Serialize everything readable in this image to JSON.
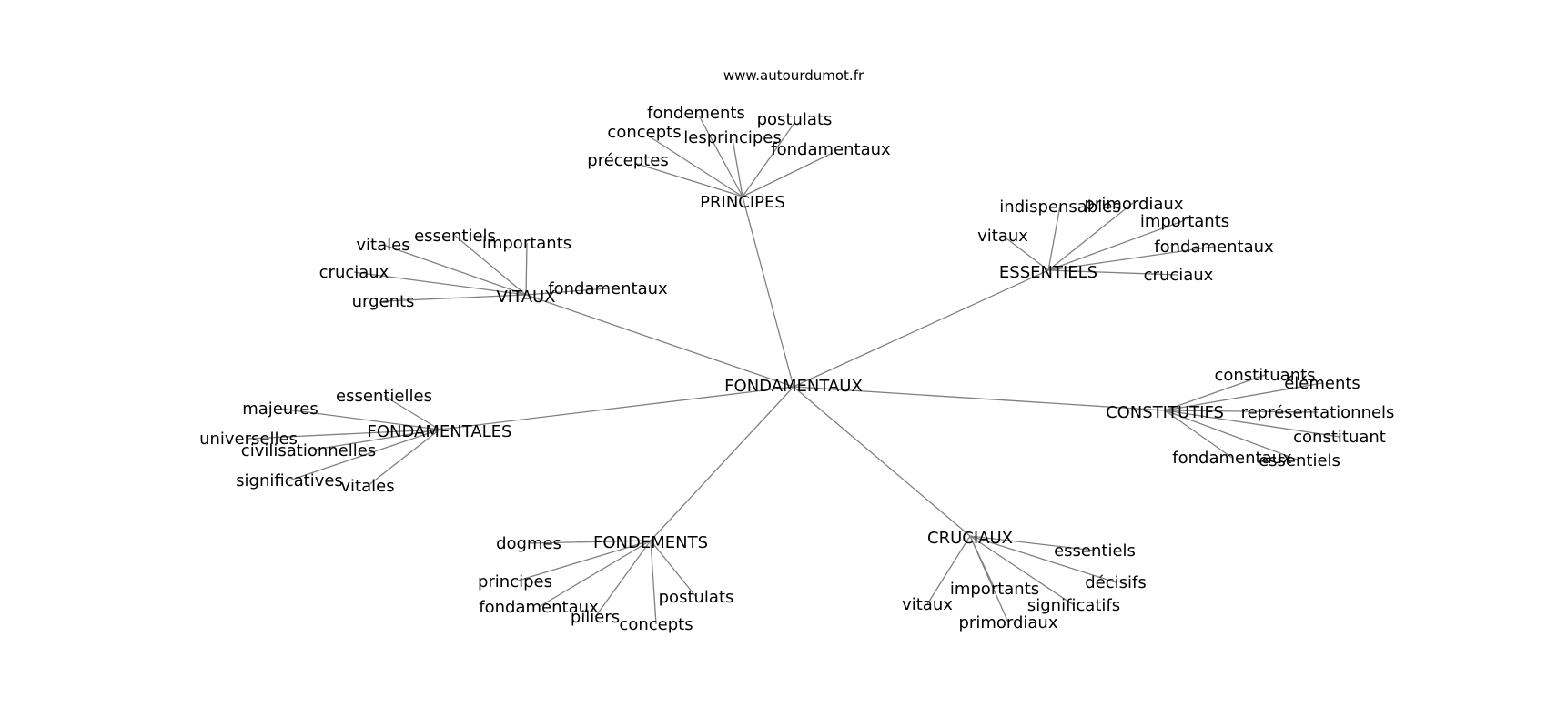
{
  "source": "www.autourdumot.fr",
  "graph": {
    "center": "FONDAMENTAUX",
    "clusters": [
      {
        "hub": "PRINCIPES",
        "leaves": [
          "fondements",
          "concepts",
          "lesprincipes",
          "postulats",
          "fondamentaux",
          "préceptes"
        ]
      },
      {
        "hub": "ESSENTIELS",
        "leaves": [
          "indispensables",
          "primordiaux",
          "importants",
          "fondamentaux",
          "vitaux",
          "cruciaux"
        ]
      },
      {
        "hub": "VITAUX",
        "leaves": [
          "essentiels",
          "vitales",
          "importants",
          "cruciaux",
          "fondamentaux",
          "urgents"
        ]
      },
      {
        "hub": "FONDAMENTALES",
        "leaves": [
          "essentielles",
          "majeures",
          "universelles",
          "civilisationnelles",
          "significatives",
          "vitales"
        ]
      },
      {
        "hub": "CONSTITUTIFS",
        "leaves": [
          "constituants",
          "éléments",
          "représentationnels",
          "constituant",
          "fondamentaux",
          "essentiels"
        ]
      },
      {
        "hub": "FONDEMENTS",
        "leaves": [
          "dogmes",
          "principes",
          "fondamentaux",
          "piliers",
          "postulats",
          "concepts"
        ]
      },
      {
        "hub": "CRUCIAUX",
        "leaves": [
          "essentiels",
          "importants",
          "décisifs",
          "vitaux",
          "significatifs",
          "primordiaux"
        ]
      }
    ]
  }
}
